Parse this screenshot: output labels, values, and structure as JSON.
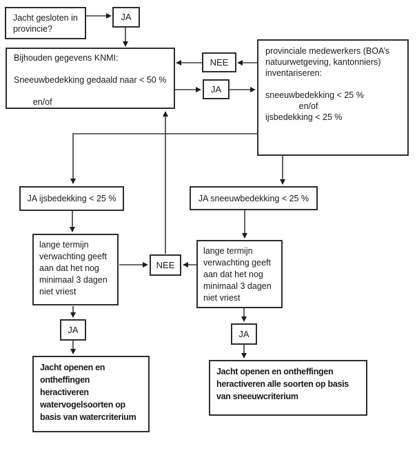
{
  "colors": {
    "line": "#3a3a3a",
    "border": "#2d2d2d",
    "text": "#1a1a1a",
    "background": "#ffffff"
  },
  "nodes": {
    "start": {
      "text": "Jacht gesloten in\nprovincie?"
    },
    "ja_top": {
      "text": "JA"
    },
    "knmi": {
      "text": "Bijhouden gegevens KNMI:\n\nSneeuwbedekking gedaald naar < 50 %\n\n        en/of"
    },
    "nee_top": {
      "text": "NEE"
    },
    "ja_mid": {
      "text": "JA"
    },
    "prov": {
      "text": "provinciale medewerkers (BOA’s\nnatuurwetgeving, kantonniers)\ninventariseren:\n\nsneeuwbedekking < 25 %\n              en/of\nijsbedekking < 25 %"
    },
    "ja_ijs": {
      "text": "JA ijsbedekking < 25 %"
    },
    "ja_sneeuw": {
      "text": "JA sneeuwbedekking < 25 %"
    },
    "lange_links": {
      "text": "lange termijn\nverwachting geeft\naan dat het nog\nminimaal 3 dagen\nniet vriest"
    },
    "lange_rechts": {
      "text": "lange termijn\nverwachting geeft\naan dat het nog\nminimaal 3 dagen\nniet vriest"
    },
    "nee_mid": {
      "text": "NEE"
    },
    "ja_links": {
      "text": "JA"
    },
    "ja_rechts": {
      "text": "JA"
    },
    "result_links": {
      "text": "Jacht openen en\nontheffingen\nheractiveren\nwatervogelsoorten op\nbasis van watercriterium"
    },
    "result_rechts": {
      "text": "Jacht openen en ontheffingen\nheractiveren alle soorten op basis\nvan sneeuwcriterium"
    }
  }
}
